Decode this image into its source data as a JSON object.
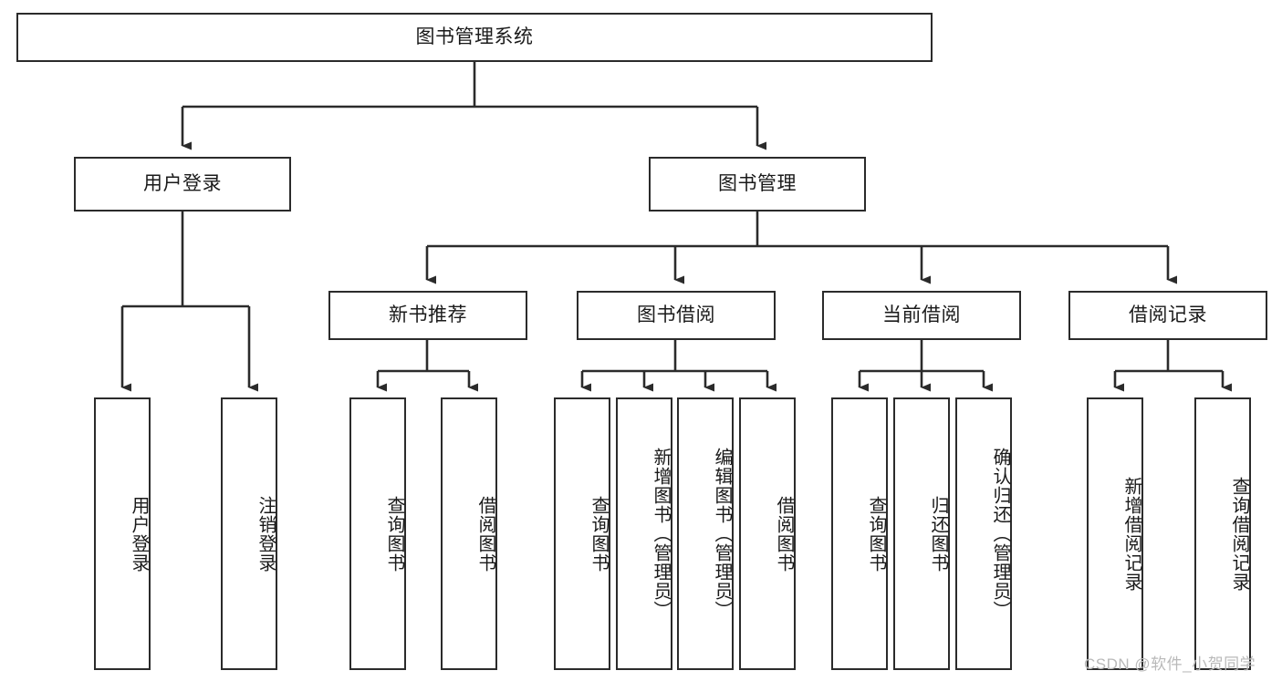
{
  "diagram": {
    "title": "图书管理系统",
    "type": "功能结构图",
    "root": {
      "label": "图书管理系统"
    },
    "level2": [
      {
        "id": "user-login",
        "label": "用户登录"
      },
      {
        "id": "book-manage",
        "label": "图书管理"
      }
    ],
    "level3": [
      {
        "id": "new-book-recommend",
        "label": "新书推荐",
        "parent": "book-manage"
      },
      {
        "id": "book-borrow",
        "label": "图书借阅",
        "parent": "book-manage"
      },
      {
        "id": "current-borrow",
        "label": "当前借阅",
        "parent": "book-manage"
      },
      {
        "id": "borrow-record",
        "label": "借阅记录",
        "parent": "book-manage"
      }
    ],
    "leaves": [
      {
        "id": "leaf-user-login",
        "label": "用户登录",
        "parent": "user-login"
      },
      {
        "id": "leaf-logout-login",
        "label": "注销登录",
        "parent": "user-login"
      },
      {
        "id": "leaf-query-book-1",
        "label": "查询图书",
        "parent": "new-book-recommend"
      },
      {
        "id": "leaf-borrow-book-1",
        "label": "借阅图书",
        "parent": "new-book-recommend"
      },
      {
        "id": "leaf-query-book-2",
        "label": "查询图书",
        "parent": "book-borrow"
      },
      {
        "id": "leaf-add-book",
        "label": "新增图书（管理员）",
        "parent": "book-borrow"
      },
      {
        "id": "leaf-edit-book",
        "label": "编辑图书（管理员）",
        "parent": "book-borrow"
      },
      {
        "id": "leaf-borrow-book-2",
        "label": "借阅图书",
        "parent": "book-borrow"
      },
      {
        "id": "leaf-query-book-3",
        "label": "查询图书",
        "parent": "current-borrow"
      },
      {
        "id": "leaf-return-book",
        "label": "归还图书",
        "parent": "current-borrow"
      },
      {
        "id": "leaf-confirm-return",
        "label": "确认归还（管理员）",
        "parent": "current-borrow"
      },
      {
        "id": "leaf-add-record",
        "label": "新增借阅记录",
        "parent": "borrow-record"
      },
      {
        "id": "leaf-query-record",
        "label": "查询借阅记录",
        "parent": "borrow-record"
      }
    ],
    "colors": {
      "stroke": "#2b2b2b",
      "fill": "#ffffff",
      "text": "#1a1a1a",
      "watermark": "#b9b9b9"
    }
  },
  "watermark": {
    "text": "CSDN @软件_小贺同学"
  }
}
